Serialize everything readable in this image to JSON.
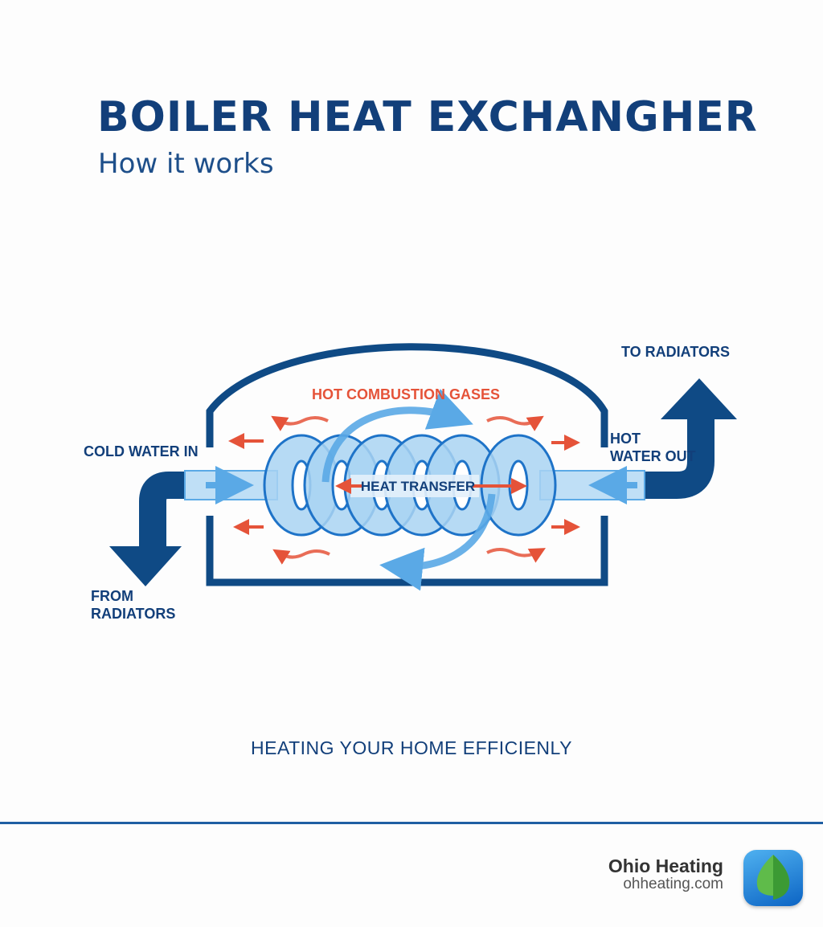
{
  "header": {
    "title": "BOILER HEAT EXCHANGHER",
    "subtitle": "How it works"
  },
  "diagram": {
    "labels": {
      "hot_gases": "HOT COMBUSTION GASES",
      "heat_transfer": "HEAT TRANSFER",
      "cold_water_in": "COLD WATER IN",
      "from_radiators_line1": "FROM",
      "from_radiators_line2": "RADIATORS",
      "hot_water_out_line1": "HOT",
      "hot_water_out_line2": "WATER OUT",
      "to_radiators": "TO RADIATORS"
    },
    "colors": {
      "navy": "#0f4a85",
      "pipe_fill": "#bfdff6",
      "coil_fill": "#a9d3f2",
      "arrow_blue": "#5aa9e6",
      "hot_red": "#e55339"
    }
  },
  "tagline": "HEATING YOUR HOME EFFICIENLY",
  "footer": {
    "brand_name": "Ohio Heating",
    "brand_url": "ohheating.com",
    "logo_icon": "leaf-icon"
  }
}
